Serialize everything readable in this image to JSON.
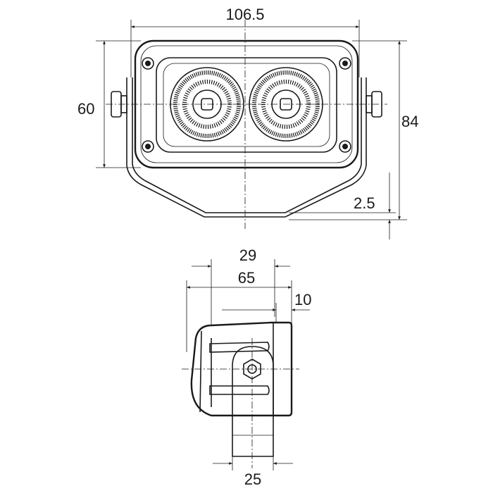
{
  "title": "Work lamp dimension drawing (mm)",
  "front_view": {
    "width": "106.5",
    "height_housing": "60",
    "height_total": "84",
    "bracket_offset": "2.5"
  },
  "side_view": {
    "bracket_depth": "29",
    "depth": "65",
    "bracket_offset": "10",
    "bracket_width": "25"
  },
  "colors": {
    "line": "#1a1a1a",
    "background": "#ffffff"
  }
}
